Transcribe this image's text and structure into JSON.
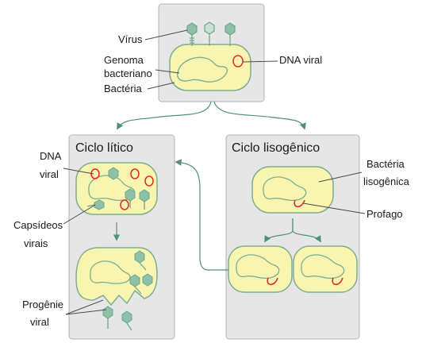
{
  "top_panel": {
    "virus_label": "Vírus",
    "genome_label_line1": "Genoma",
    "genome_label_line2": "bacteriano",
    "bacteria_label": "Bactéria",
    "viral_dna_label": "DNA viral"
  },
  "lytic_panel": {
    "title": "Ciclo lítico",
    "viral_dna_line1": "DNA",
    "viral_dna_line2": "viral",
    "capsids_line1": "Capsídeos",
    "capsids_line2": "virais",
    "progeny_line1": "Progênie",
    "progeny_line2": "viral"
  },
  "lysogenic_panel": {
    "title": "Ciclo lisogênico",
    "lysogenic_bacteria_line1": "Bactéria",
    "lysogenic_bacteria_line2": "lisogênica",
    "prophage_label": "Profago"
  },
  "colors": {
    "panel_fill": "#e6e6e6",
    "panel_stroke": "#b3b3b3",
    "cell_fill": "#f7f5b0",
    "cell_stroke": "#7fae8e",
    "virus_color": "#8fc1a8",
    "viral_dna": "#e2292b",
    "arrow": "#4f8f7f"
  }
}
